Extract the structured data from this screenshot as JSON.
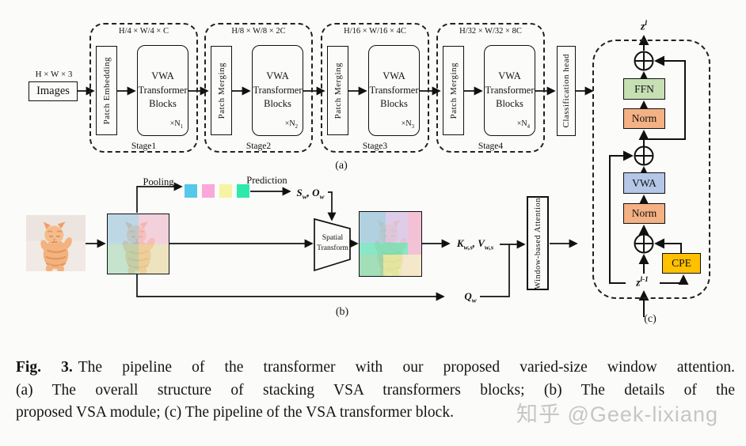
{
  "colors": {
    "line": "#111111",
    "ffn": "#c6e0b4",
    "norm": "#f4b183",
    "vwa": "#b4c7e7",
    "cpe": "#ffc000",
    "pool_squares": [
      "#56c8ea",
      "#f9a8d9",
      "#f6f3a4",
      "#2de9ab"
    ],
    "quadrants": [
      "#9fcfe6",
      "#f6c3da",
      "#a9dfc0",
      "#eadfa9"
    ],
    "windows": [
      "#a3cde2",
      "#dbc8ea",
      "#f3b9d3",
      "#6fe6c0",
      "#90dcae",
      "#e0f0a6",
      "#f5e7c4"
    ]
  },
  "panel_a": {
    "label": "(a)",
    "input_dim": "H × W × 3",
    "images_label": "Images",
    "classification_head": "Classification head",
    "stages": [
      {
        "name": "Stage1",
        "dim": "H/4 × W/4 × C",
        "front": "Patch Embedding",
        "block": "VWA Transformer Blocks",
        "mult": "×N",
        "mult_sub": "1"
      },
      {
        "name": "Stage2",
        "dim": "H/8 × W/8 × 2C",
        "front": "Patch Merging",
        "block": "VWA Transformer Blocks",
        "mult": "×N",
        "mult_sub": "2"
      },
      {
        "name": "Stage3",
        "dim": "H/16 × W/16 × 4C",
        "front": "Patch Merging",
        "block": "VWA Transformer Blocks",
        "mult": "×N",
        "mult_sub": "3"
      },
      {
        "name": "Stage4",
        "dim": "H/32 × W/32 × 8C",
        "front": "Patch Merging",
        "block": "VWA Transformer Blocks",
        "mult": "×N",
        "mult_sub": "4"
      }
    ]
  },
  "panel_b": {
    "label": "(b)",
    "pooling": "Pooling",
    "prediction": "Prediction",
    "s": {
      "base": "S",
      "sub": "w"
    },
    "o": {
      "base": "O",
      "sub": "w"
    },
    "k": {
      "base": "K",
      "sub": "w,s"
    },
    "v": {
      "base": "V",
      "sub": "w,s"
    },
    "q": {
      "base": "Q",
      "sub": "w"
    },
    "sep": ", ",
    "spatial_transform_line1": "Spatial",
    "spatial_transform_line2": "Transform",
    "attention": "Window-based Attention"
  },
  "panel_c": {
    "label": "(c)",
    "z_out": {
      "base": "z",
      "sup": "l"
    },
    "z_in": {
      "base": "z",
      "sup": "l-1"
    },
    "ffn": "FFN",
    "norm1": "Norm",
    "vwa": "VWA",
    "norm2": "Norm",
    "cpe": "CPE"
  },
  "caption": {
    "fig_label": "Fig. 3.",
    "line1": "The pipeline of the transformer with our proposed varied-size window attention.",
    "line2": "(a) The overall structure of stacking VSA transformers blocks; (b) The details of the",
    "line3": "proposed VSA module; (c) The pipeline of the VSA transformer block."
  },
  "watermark": "知乎 @Geek-lixiang"
}
